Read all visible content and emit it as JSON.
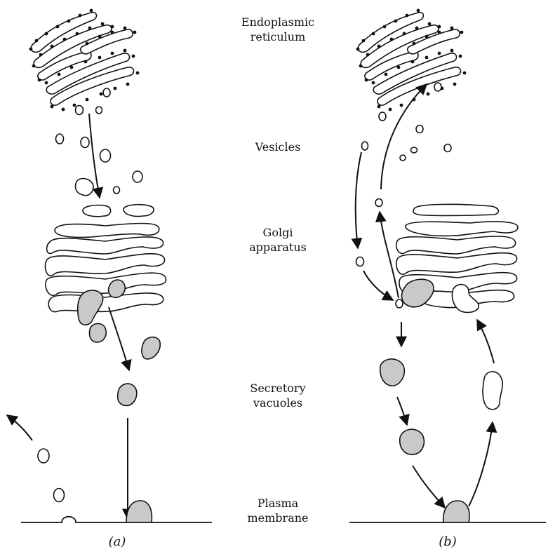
{
  "labels": {
    "er_line1": "Endoplasmic",
    "er_line2": "reticulum",
    "vesicles": "Vesicles",
    "golgi_line1": "Golgi",
    "golgi_line2": "apparatus",
    "secretory_line1": "Secretory",
    "secretory_line2": "vacuoles",
    "plasma_line1": "Plasma",
    "plasma_line2": "membrane"
  },
  "captions": {
    "a": "(a)",
    "b": "(b)"
  },
  "colors": {
    "stroke": "#111111",
    "vacuole_fill": "#c9c9c9",
    "background": "#ffffff"
  }
}
